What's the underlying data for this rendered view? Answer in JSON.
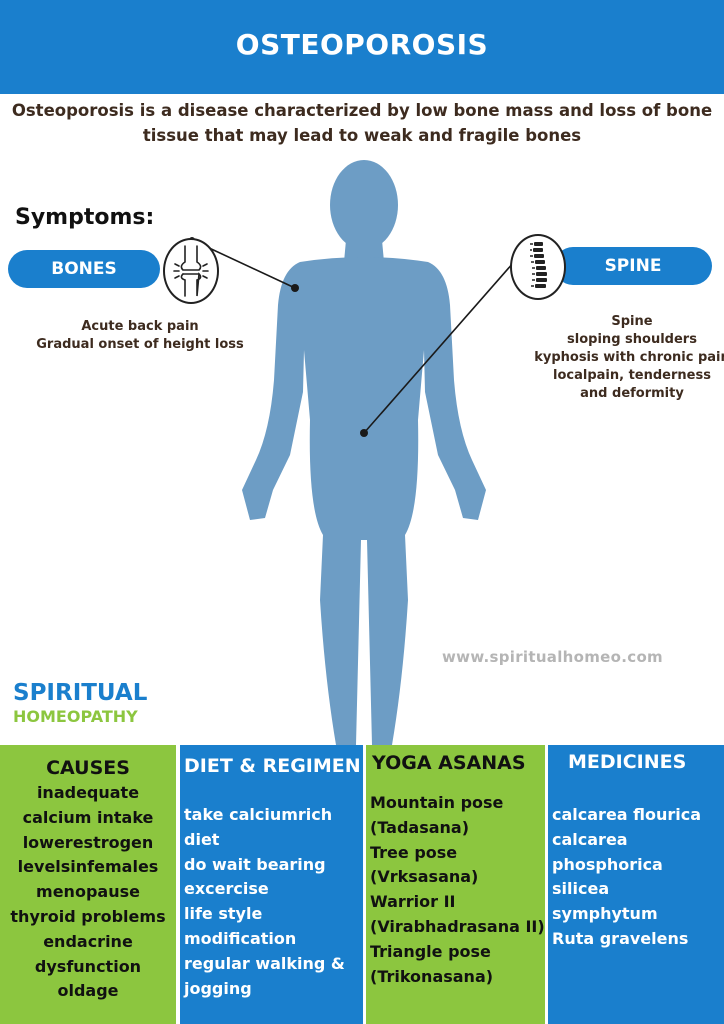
{
  "header": {
    "title": "OSTEOPOROSIS"
  },
  "intro": {
    "line1": "Osteoporosis is a disease characterized by low bone mass and loss of bone",
    "line2": "tissue that may lead to weak and fragile bones"
  },
  "symptoms": {
    "heading": "Symptoms:",
    "bones": {
      "label": "BONES",
      "lines": [
        "Acute back pain",
        "Gradual onset of height loss"
      ]
    },
    "spine": {
      "label": "SPINE",
      "lines": [
        "Spine",
        "sloping shoulders",
        "kyphosis with chronic pain",
        "localpain, tenderness",
        "and deformity"
      ]
    }
  },
  "website": "www.spiritualhomeo.com",
  "brand": {
    "line1": "SPIRITUAL",
    "line2": "HOMEOPATHY"
  },
  "columns": {
    "causes": {
      "title": "CAUSES",
      "items": [
        "inadequate",
        "calcium intake",
        "lowerestrogen",
        "levelsinfemales",
        "menopause",
        "thyroid problems",
        "endacrine",
        "dysfunction",
        "oldage"
      ]
    },
    "diet": {
      "title": "DIET & REGIMEN",
      "items": [
        "take calciumrich",
        "diet",
        "do wait bearing",
        "excercise",
        "life style",
        "modification",
        "regular walking &",
        "jogging"
      ]
    },
    "yoga": {
      "title": "YOGA ASANAS",
      "items": [
        "Mountain pose",
        "(Tadasana)",
        "Tree pose",
        "(Vrksasana)",
        "Warrior II",
        "(Virabhadrasana II)",
        "Triangle pose",
        "(Trikonasana)"
      ]
    },
    "medicines": {
      "title": "MEDICINES",
      "items": [
        "calcarea flourica",
        "calcarea",
        "phosphorica",
        "silicea",
        "symphytum",
        "Ruta gravelens"
      ]
    }
  },
  "colors": {
    "blue": "#1a7fcd",
    "green": "#8cc63f",
    "body": "#6d9dc5",
    "text_brown": "#3d2b1f"
  },
  "icons": {
    "bones": "knee-joint-icon",
    "spine": "spine-icon"
  }
}
